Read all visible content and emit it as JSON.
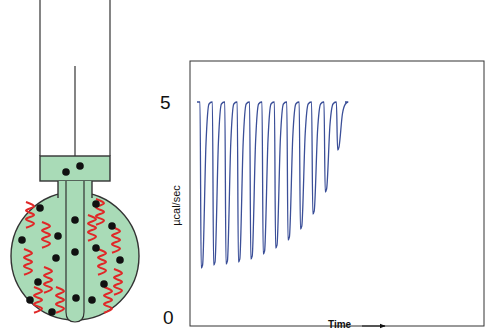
{
  "diagram": {
    "labels": [
      "5",
      "0",
      "µcal/sec",
      "Time"
    ]
  }
}
